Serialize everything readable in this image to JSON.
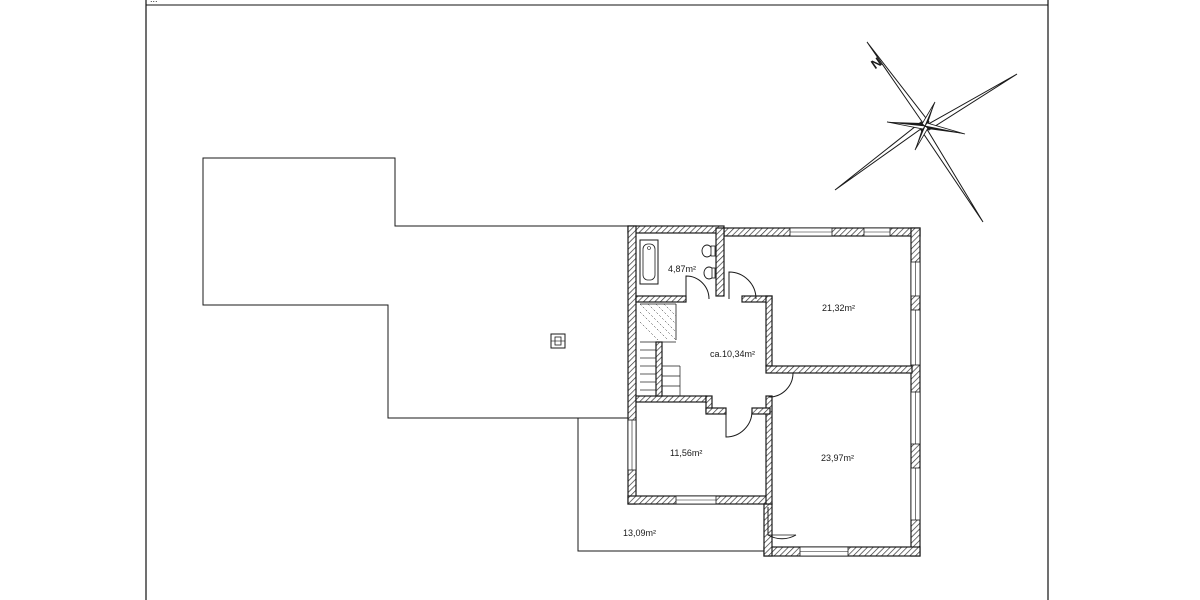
{
  "header": {
    "caption": "..."
  },
  "rooms": {
    "bathroom": "4,87m²",
    "hallway": "ca.10,34m²",
    "room_north": "21,32m²",
    "room_small": "11,56m²",
    "room_south": "23,97m²",
    "terrace": "13,09m²"
  },
  "compass": {
    "north_letter": "N"
  }
}
